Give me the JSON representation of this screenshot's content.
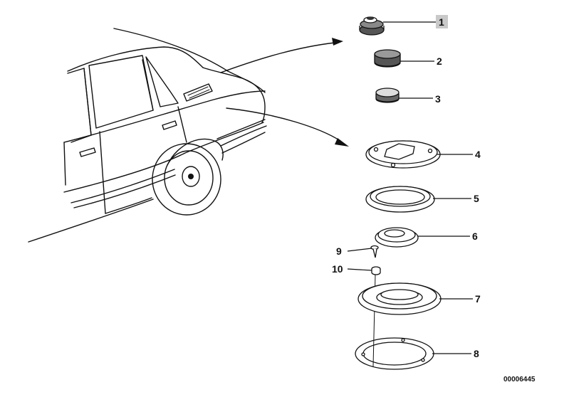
{
  "callouts": [
    {
      "num": "1",
      "highlighted": true
    },
    {
      "num": "2"
    },
    {
      "num": "3"
    },
    {
      "num": "4"
    },
    {
      "num": "5"
    },
    {
      "num": "6"
    },
    {
      "num": "7"
    },
    {
      "num": "8"
    },
    {
      "num": "9"
    },
    {
      "num": "10"
    }
  ],
  "drawing_number": "00006445",
  "colors": {
    "ink": "#111111",
    "highlight": "#c9c9c9",
    "background": "#ffffff"
  }
}
